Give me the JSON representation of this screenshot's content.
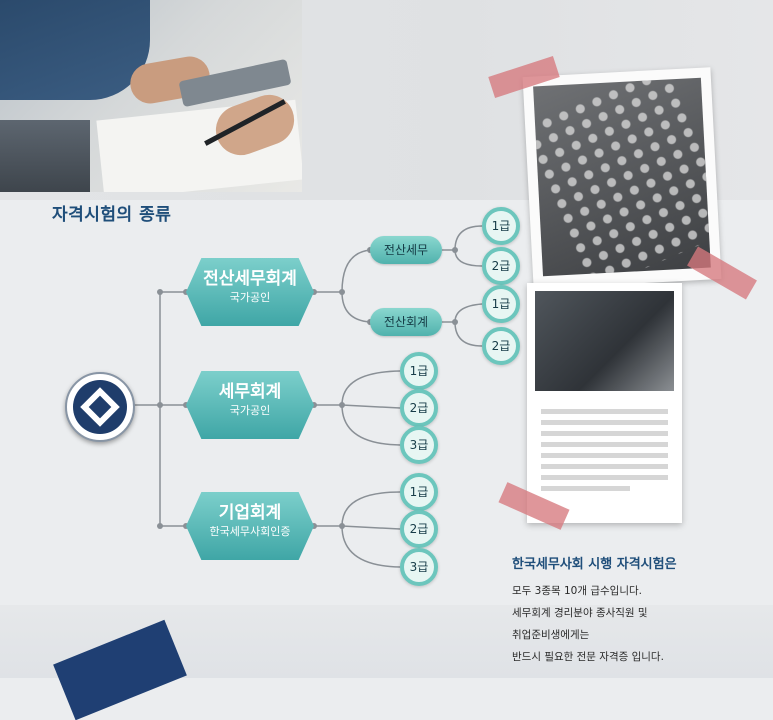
{
  "section_title": "자격시험의 종류",
  "tree": {
    "qualifications": [
      {
        "name": "전산세무회계",
        "sub": "국가공인",
        "branches": [
          {
            "name": "전산세무",
            "grades": [
              "1급",
              "2급"
            ]
          },
          {
            "name": "전산회계",
            "grades": [
              "1급",
              "2급"
            ]
          }
        ]
      },
      {
        "name": "세무회계",
        "sub": "국가공인",
        "grades": [
          "1급",
          "2급",
          "3급"
        ]
      },
      {
        "name": "기업회계",
        "sub": "한국세무사회인증",
        "grades": [
          "1급",
          "2급",
          "3급"
        ]
      }
    ]
  },
  "summary": {
    "heading": "한국세무사회 시행 자격시험은",
    "lines": [
      "모두 3종목 10개 급수입니다.",
      "세무회계 경리분야 종사직원 및",
      "취업준비생에게는",
      "반드시 필요한 전문 자격증 입니다."
    ]
  },
  "colors": {
    "title": "#1f4e7a",
    "hexagon": "#4fb3b0",
    "connector": "#8a9096",
    "logo": "#1f3d6b"
  }
}
